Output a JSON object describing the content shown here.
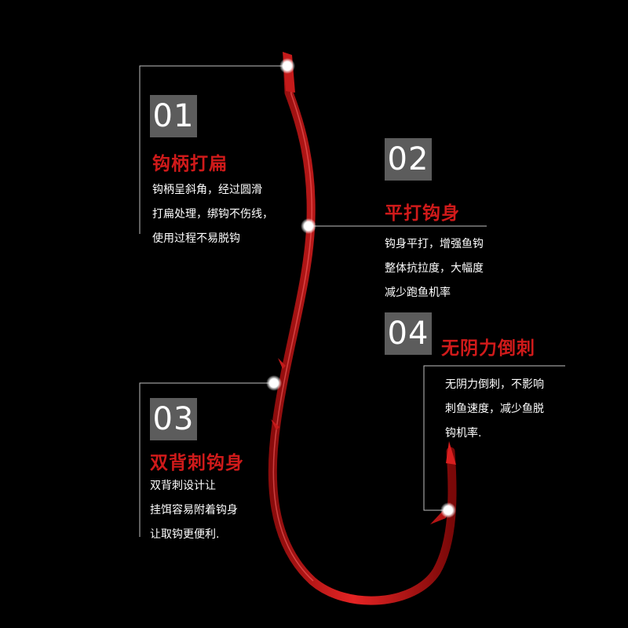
{
  "colors": {
    "background": "#000000",
    "hook": "#d81e1e",
    "title": "#d01a1a",
    "number_box": "#5c5c5c",
    "line": "#bfbfbf",
    "text": "#ffffff"
  },
  "features": [
    {
      "number": "01",
      "title": "钩柄打扁",
      "lines": [
        "钩柄呈斜角，经过圆滑",
        "打扁处理，绑钩不伤线，",
        "使用过程不易脱钩"
      ]
    },
    {
      "number": "02",
      "title": "平打钩身",
      "lines": [
        "钩身平打，增强鱼钩",
        "整体抗拉度，大幅度",
        "减少跑鱼机率"
      ]
    },
    {
      "number": "03",
      "title": "双背刺钩身",
      "lines": [
        "双背刺设计让",
        "挂饵容易附着钩身",
        "让取钩更便利."
      ]
    },
    {
      "number": "04",
      "title": "无阴力倒刺",
      "lines": [
        "无阴力倒刺，不影响",
        "刺鱼速度，减少鱼脱",
        "钩机率."
      ]
    }
  ]
}
